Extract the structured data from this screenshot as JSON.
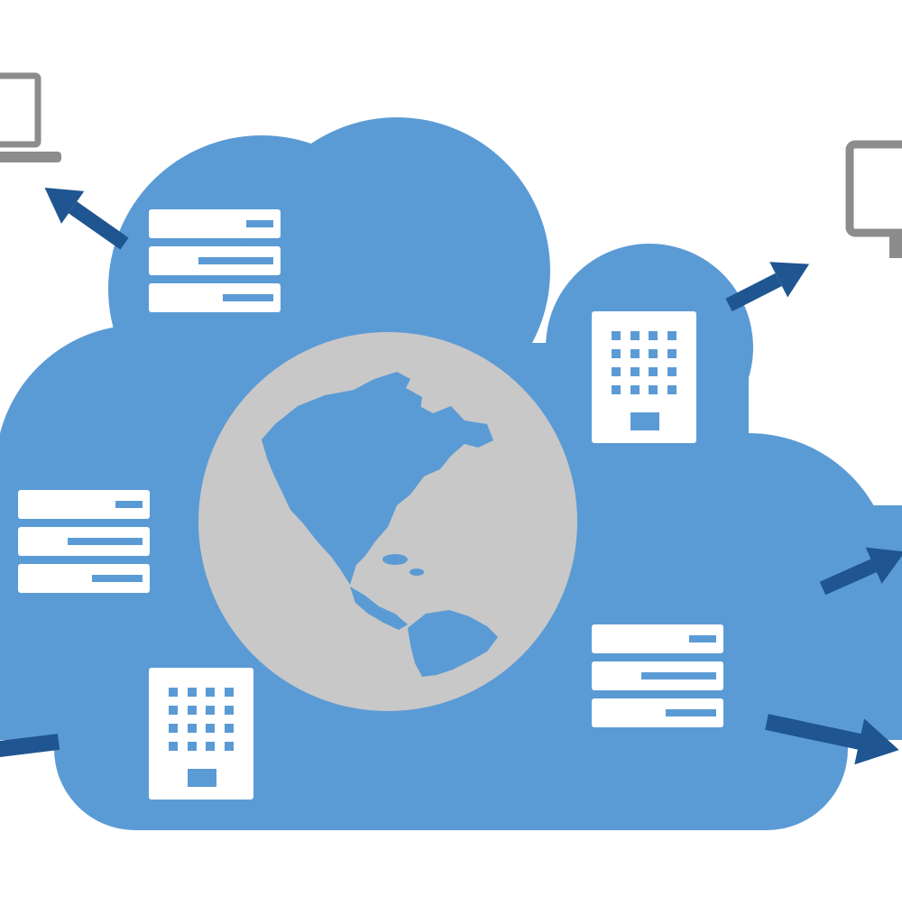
{
  "colors": {
    "background": "#ffffff",
    "cloud": "#5b9bd5",
    "globe": "#c8c8c8",
    "continents": "#5b9bd5",
    "server_unit": "#ffffff",
    "server_slot": "#5b9bd5",
    "arrow": "#1f5591",
    "device": "#8c8c8c"
  },
  "icons": {
    "cloud": "cloud-shape",
    "globe": "globe-icon",
    "rack_server": "rack-server-icon",
    "tower_server": "tower-server-icon",
    "laptop": "laptop-icon",
    "monitor": "desktop-monitor-icon",
    "arrow": "outbound-arrow-icon"
  },
  "counts": {
    "rack_servers": 3,
    "tower_servers": 2,
    "arrows": 5,
    "client_devices": 2
  }
}
